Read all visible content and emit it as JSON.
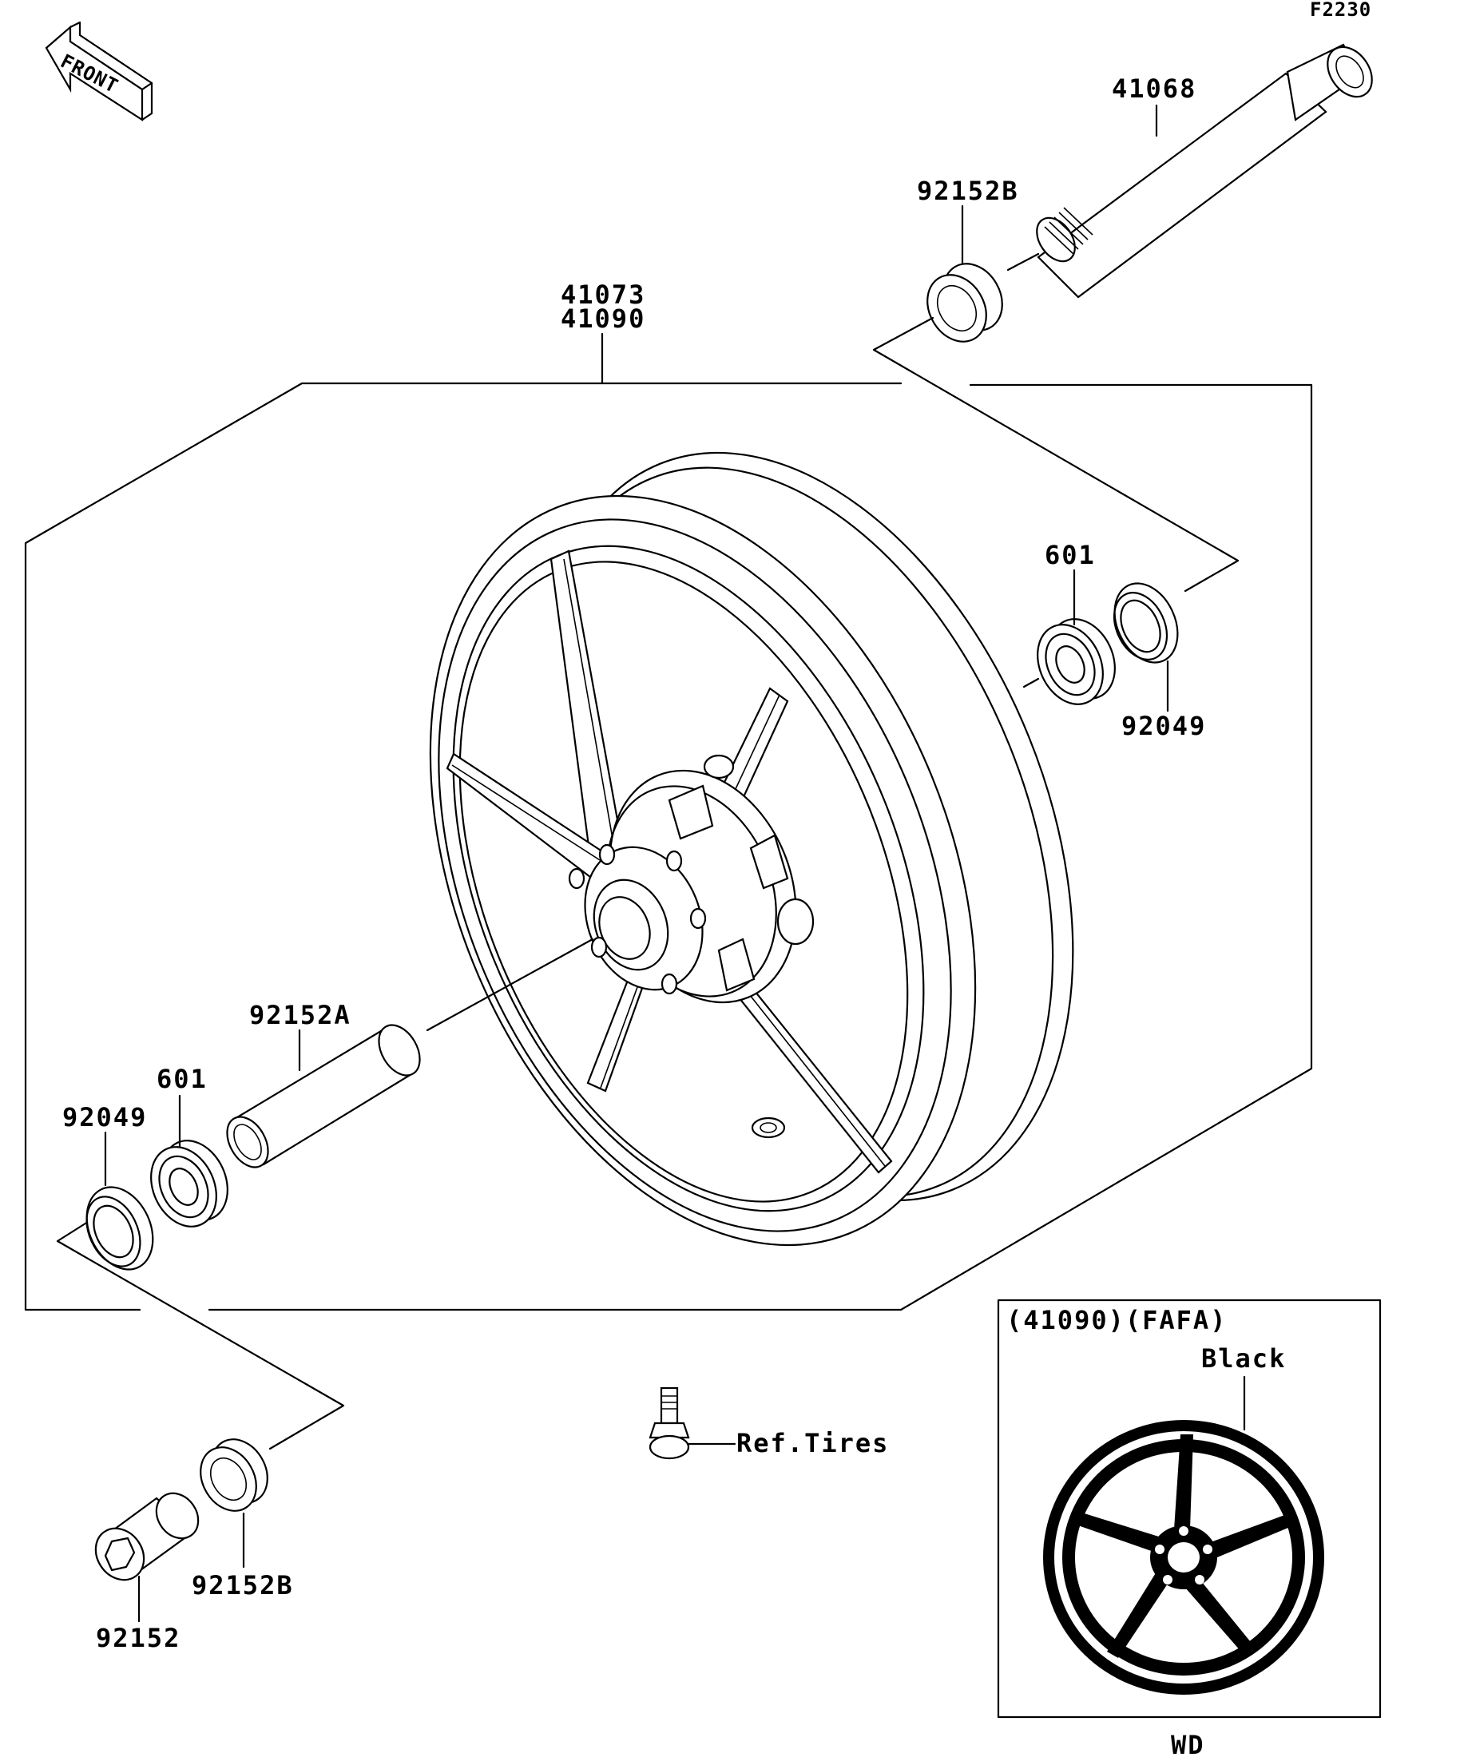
{
  "figure_code": "F2230",
  "front_arrow_text": "FRONT",
  "parts": {
    "axle": "41068",
    "collar_right": "92152B",
    "wheel_1": "41073",
    "wheel_2": "41090",
    "bearing_right": "601",
    "seal_right": "92049",
    "spacer": "92152A",
    "bearing_left": "601",
    "seal_left": "92049",
    "collar_left": "92152B",
    "nut": "92152",
    "valve_ref": "Ref.Tires"
  },
  "inset": {
    "title": "(41090)(FAFA)",
    "color_label": "Black",
    "wheel_color": "#000000",
    "footer": "WD"
  }
}
